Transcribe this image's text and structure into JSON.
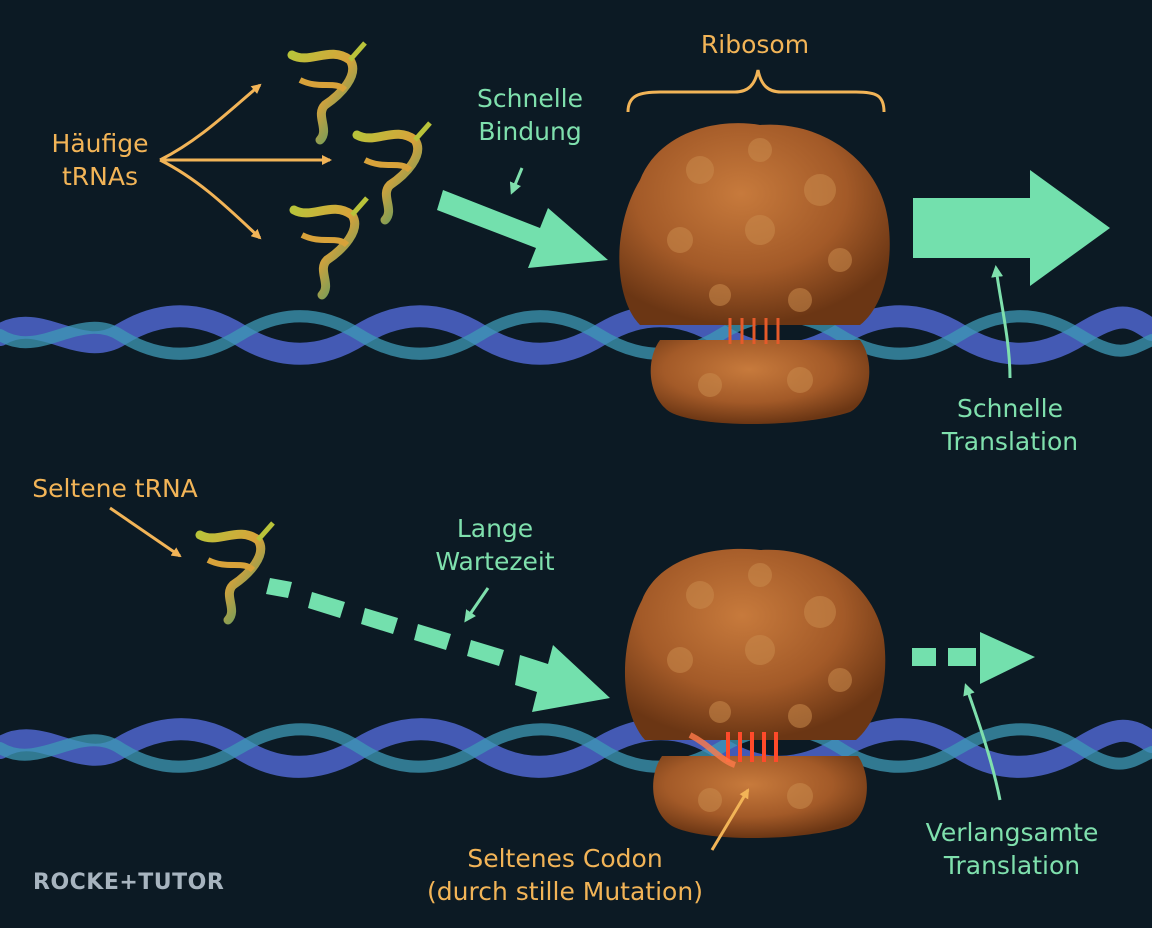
{
  "labels": {
    "ribosom": "Ribosom",
    "haeufige_trnas": [
      "Häufige",
      "tRNAs"
    ],
    "schnelle_bindung": [
      "Schnelle",
      "Bindung"
    ],
    "schnelle_translation": [
      "Schnelle",
      "Translation"
    ],
    "seltene_trna": "Seltene tRNA",
    "lange_wartezeit": [
      "Lange",
      "Wartezeit"
    ],
    "verlangsamte_translation": [
      "Verlangsamte",
      "Translation"
    ],
    "seltenes_codon": [
      "Seltenes Codon",
      "(durch stille Mutation)"
    ]
  },
  "logo": "ROCKE+TUTOR",
  "colors": {
    "background": "#0c1a24",
    "label_orange": "#f2b457",
    "label_green": "#7fe0ad",
    "arrow_green": "#73e0ad",
    "ribosome": "#a85f2c",
    "mrna": "#4a62c4"
  }
}
